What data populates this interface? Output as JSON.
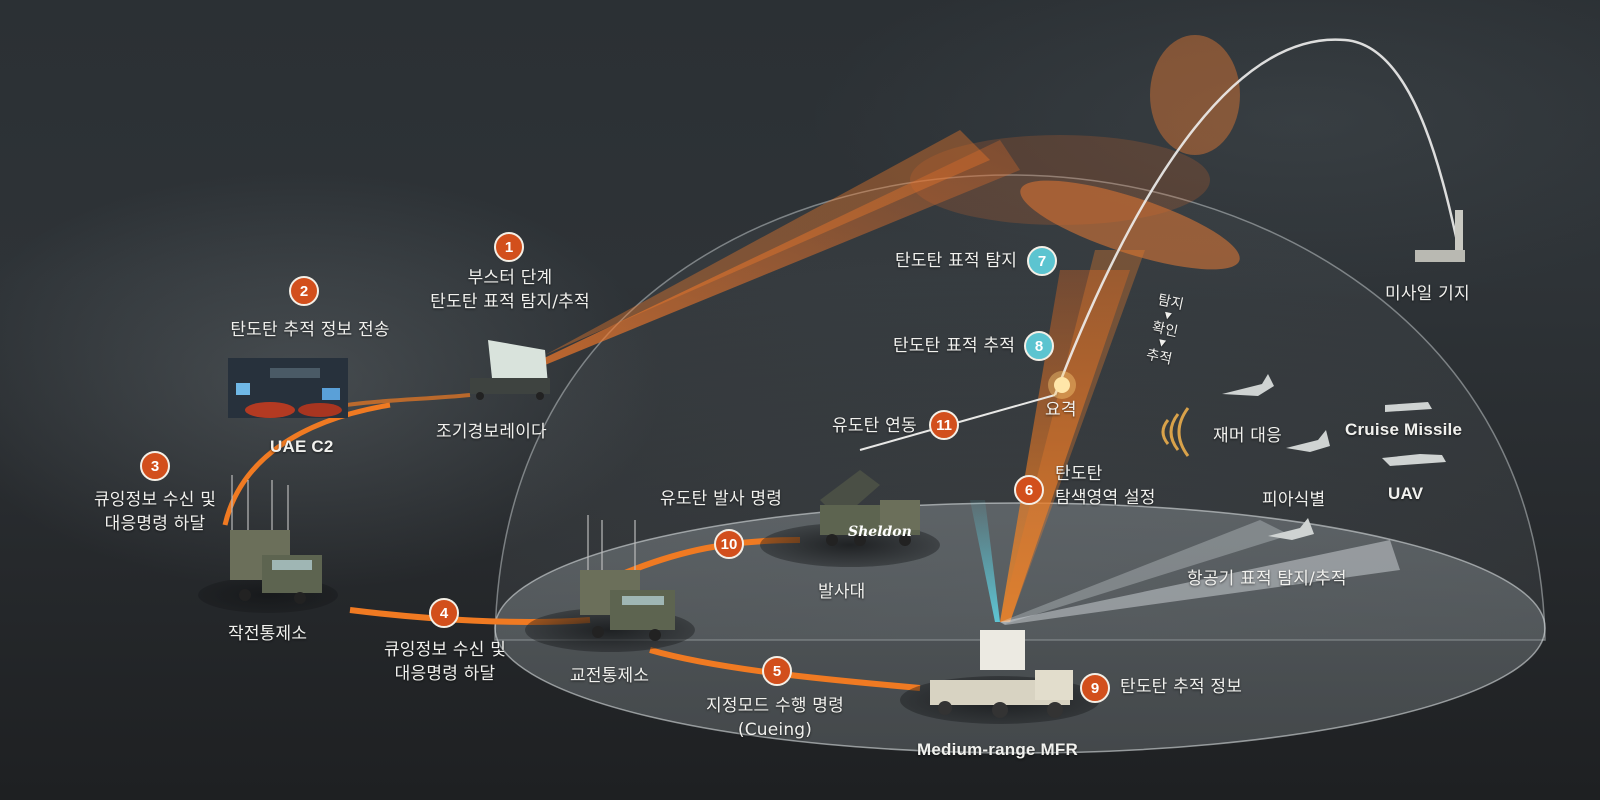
{
  "colors": {
    "background": "#2b3034",
    "orange_accent": "#d24f1c",
    "orange_link": "#f07a22",
    "teal_accent": "#5cc4d0",
    "label_text": "#f1f1ee"
  },
  "steps": [
    {
      "num": "1",
      "color": "orange",
      "lines": [
        "부스터 단계",
        "탄도탄 표적 탐지/추적"
      ]
    },
    {
      "num": "2",
      "color": "orange",
      "lines": [
        "탄도탄 추적 정보 전송"
      ]
    },
    {
      "num": "3",
      "color": "orange",
      "lines": [
        "큐잉정보 수신 및",
        "대응명령 하달"
      ]
    },
    {
      "num": "4",
      "color": "orange",
      "lines": [
        "큐잉정보 수신 및",
        "대응명령 하달"
      ]
    },
    {
      "num": "5",
      "color": "orange",
      "lines": [
        "지정모드 수행 명령",
        "(Cueing)"
      ]
    },
    {
      "num": "6",
      "color": "orange",
      "lines": [
        "탄도탄",
        "탐색영역 설정"
      ]
    },
    {
      "num": "7",
      "color": "teal",
      "lines": [
        "탄도탄 표적 탐지"
      ]
    },
    {
      "num": "8",
      "color": "teal",
      "lines": [
        "탄도탄 표적 추적"
      ]
    },
    {
      "num": "9",
      "color": "orange",
      "lines": [
        "탄도탄 추적 정보"
      ]
    },
    {
      "num": "10",
      "color": "orange",
      "lines": [
        "유도탄 발사 명령"
      ]
    },
    {
      "num": "11",
      "color": "orange",
      "lines": [
        "유도탄 연동"
      ]
    }
  ],
  "assets": {
    "early_warning_radar": "조기경보레이다",
    "uae_c2": "UAE C2",
    "operations_control": "작전통제소",
    "engagement_control": "교전통제소",
    "launcher": "발사대",
    "mfr": "Medium-range MFR",
    "missile_base": "미사일 기지"
  },
  "targets": {
    "intercept": "요격",
    "jammer": "재머 대응",
    "iff": "피아식별",
    "cruise_missile": "Cruise Missile",
    "uav": "UAV",
    "aircraft_track": "항공기 표적 탐지/추적"
  },
  "sequence": [
    "탐지",
    "▼",
    "확인",
    "▼",
    "추적"
  ],
  "watermark": "Sheldon"
}
